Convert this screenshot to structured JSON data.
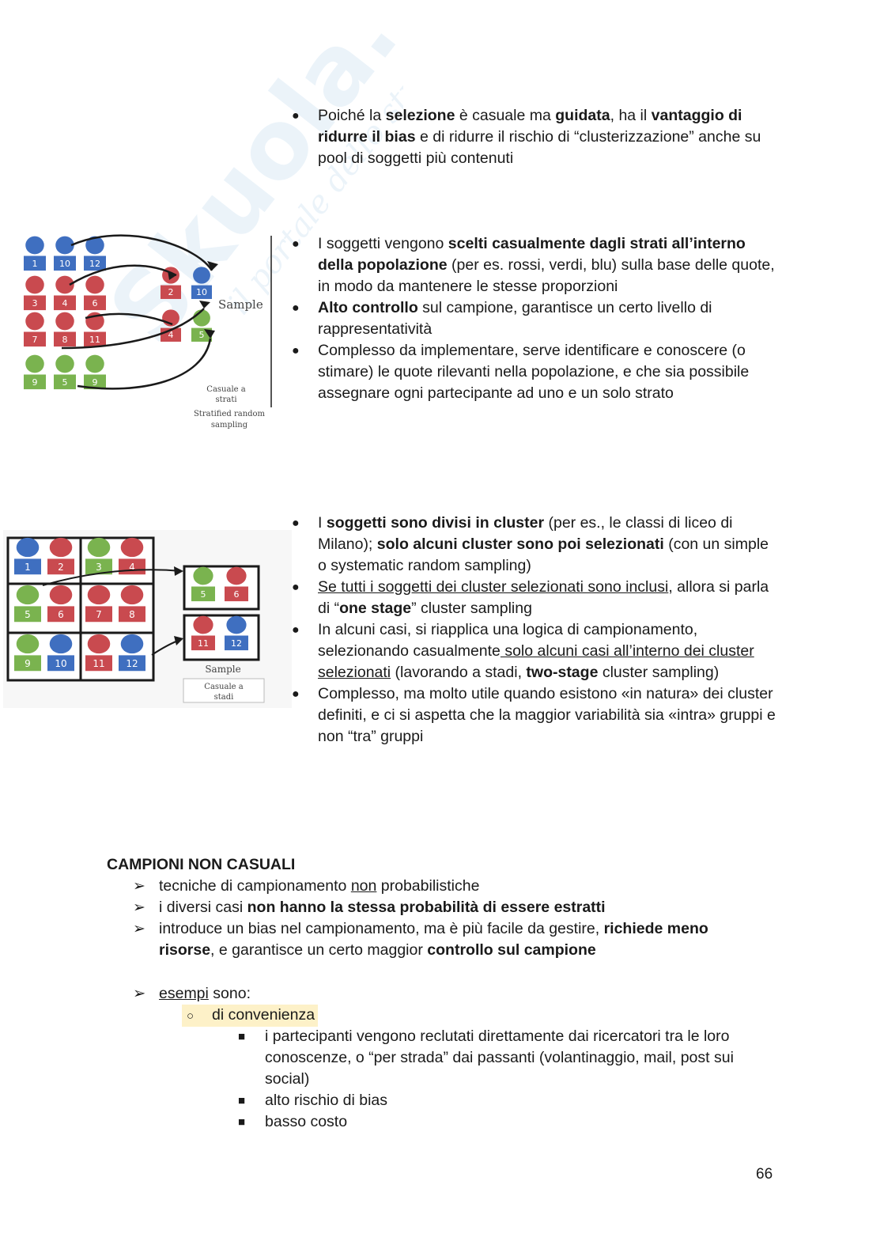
{
  "watermark": {
    "brand": "Skuola.net",
    "tagline": "il portale dello studente"
  },
  "block1": {
    "bullet": "●",
    "parts": [
      {
        "t": "Poiché la ",
        "b": false,
        "u": false
      },
      {
        "t": "selezione",
        "b": true,
        "u": false
      },
      {
        "t": " è casuale ma ",
        "b": false,
        "u": false
      },
      {
        "t": "guidata",
        "b": true,
        "u": false
      },
      {
        "t": ", ha il ",
        "b": false,
        "u": false
      },
      {
        "t": "vantaggio di ridurre il bias",
        "b": true,
        "u": false
      },
      {
        "t": " e di ridurre il rischio di “clusterizzazione” anche su pool di soggetti più contenuti",
        "b": false,
        "u": false
      }
    ]
  },
  "stratified": {
    "figure": {
      "population_numbers": [
        "1",
        "10",
        "12",
        "3",
        "4",
        "6",
        "7",
        "8",
        "11",
        "9",
        "5",
        "9"
      ],
      "sample_numbers": [
        "2",
        "10",
        "4",
        "5"
      ],
      "sample_label": "Sample",
      "caption_line1": "Casuale a",
      "caption_line2": "strati",
      "caption_line3": "Stratified random",
      "caption_line4": "sampling"
    },
    "bullets": [
      {
        "parts": [
          {
            "t": "I soggetti vengono ",
            "b": false,
            "u": false
          },
          {
            "t": "scelti casualmente dagli strati all’interno della popolazione",
            "b": true,
            "u": false
          },
          {
            "t": " (per es. rossi, verdi, blu) sulla base delle quote, in modo da mantenere le stesse proporzioni",
            "b": false,
            "u": false
          }
        ]
      },
      {
        "parts": [
          {
            "t": "Alto controllo",
            "b": true,
            "u": false
          },
          {
            "t": " sul campione, garantisce un certo livello di rappresentatività",
            "b": false,
            "u": false
          }
        ]
      },
      {
        "parts": [
          {
            "t": "Complesso da implementare, serve identificare e conoscere (o stimare) le quote rilevanti nella popolazione, e che sia possibile assegnare ogni partecipante ad uno e un solo strato",
            "b": false,
            "u": false
          }
        ]
      }
    ]
  },
  "cluster": {
    "figure": {
      "cells": [
        "1",
        "2",
        "3",
        "4",
        "5",
        "6",
        "7",
        "8",
        "9",
        "10",
        "11",
        "12"
      ],
      "sample_top": [
        "5",
        "6"
      ],
      "sample_bottom": [
        "11",
        "12"
      ],
      "sample_label": "Sample",
      "caption_line1": "Casuale a",
      "caption_line2": "stadi"
    },
    "bullets": [
      {
        "parts": [
          {
            "t": "I ",
            "b": false,
            "u": false
          },
          {
            "t": "soggetti sono divisi in cluster",
            "b": true,
            "u": false
          },
          {
            "t": " (per es., le classi di liceo di Milano); ",
            "b": false,
            "u": false
          },
          {
            "t": "solo alcuni cluster sono poi selezionati",
            "b": true,
            "u": false
          },
          {
            "t": " (con un simple o systematic random sampling)",
            "b": false,
            "u": false
          }
        ]
      },
      {
        "parts": [
          {
            "t": "Se tutti i soggetti dei cluster selezionati sono inclusi",
            "b": false,
            "u": true
          },
          {
            "t": ", allora si parla di “",
            "b": false,
            "u": false
          },
          {
            "t": "one stage",
            "b": true,
            "u": false
          },
          {
            "t": "” cluster sampling",
            "b": false,
            "u": false
          }
        ]
      },
      {
        "parts": [
          {
            "t": "In alcuni casi, si riapplica una logica di campionamento, selezionando casualmente",
            "b": false,
            "u": false
          },
          {
            "t": " solo alcuni casi all’interno dei cluster selezionati",
            "b": false,
            "u": true
          },
          {
            "t": " (lavorando a stadi, ",
            "b": false,
            "u": false
          },
          {
            "t": "two-stage",
            "b": true,
            "u": false
          },
          {
            "t": " cluster sampling)",
            "b": false,
            "u": false
          }
        ]
      },
      {
        "parts": [
          {
            "t": "Complesso, ma molto utile quando esistono «in natura» dei cluster definiti, e ci si aspetta che la maggior variabilità sia «intra» gruppi e non “tra” gruppi",
            "b": false,
            "u": false
          }
        ]
      }
    ]
  },
  "noncasuali": {
    "heading": "CAMPIONI NON CASUALI",
    "arrow": "➢",
    "items": [
      {
        "parts": [
          {
            "t": "tecniche di campionamento ",
            "b": false,
            "u": false
          },
          {
            "t": "non",
            "b": false,
            "u": true
          },
          {
            "t": " probabilistiche",
            "b": false,
            "u": false
          }
        ]
      },
      {
        "parts": [
          {
            "t": "i diversi casi ",
            "b": false,
            "u": false
          },
          {
            "t": "non hanno la stessa probabilità di essere estratti",
            "b": true,
            "u": false
          }
        ]
      },
      {
        "parts": [
          {
            "t": "introduce un bias nel campionamento, ma è più facile da gestire, ",
            "b": false,
            "u": false
          },
          {
            "t": "richiede meno risorse",
            "b": true,
            "u": false
          },
          {
            "t": ", e garantisce un certo maggior ",
            "b": false,
            "u": false
          },
          {
            "t": "controllo sul campione",
            "b": true,
            "u": false
          }
        ]
      }
    ],
    "esempi": {
      "word": "esempi",
      "rest": " sono:"
    },
    "sub_marker": "○",
    "sub_label": "di convenienza",
    "square": "■",
    "sub_items": [
      "i partecipanti vengono reclutati direttamente dai ricercatori tra le loro conoscenze, o “per strada” dai passanti (volantinaggio, mail, post sui social)",
      "alto rischio di bias",
      "basso costo"
    ]
  },
  "page_number": "66",
  "colors": {
    "red": "#c94a4f",
    "blue": "#3f6fc0",
    "green": "#7ab34f",
    "highlight": "#fdf1c8"
  }
}
